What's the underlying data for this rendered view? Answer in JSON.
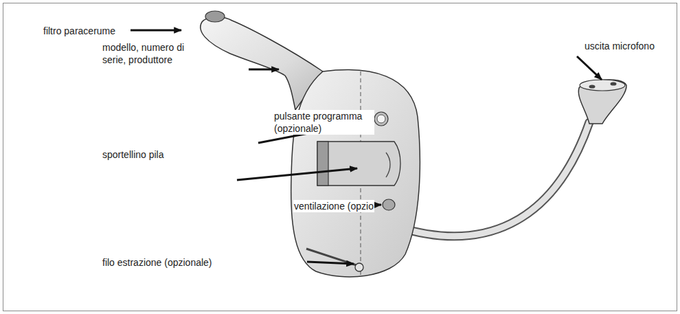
{
  "diagram": {
    "labels": [
      "filtro paracerume",
      "modello, numero di serie, produttore",
      "uscita microfono",
      "pulsante programma (opzionale)",
      "sportellino pila",
      "ventilazione (opzio",
      "filo estrazione (opzionale)"
    ]
  }
}
